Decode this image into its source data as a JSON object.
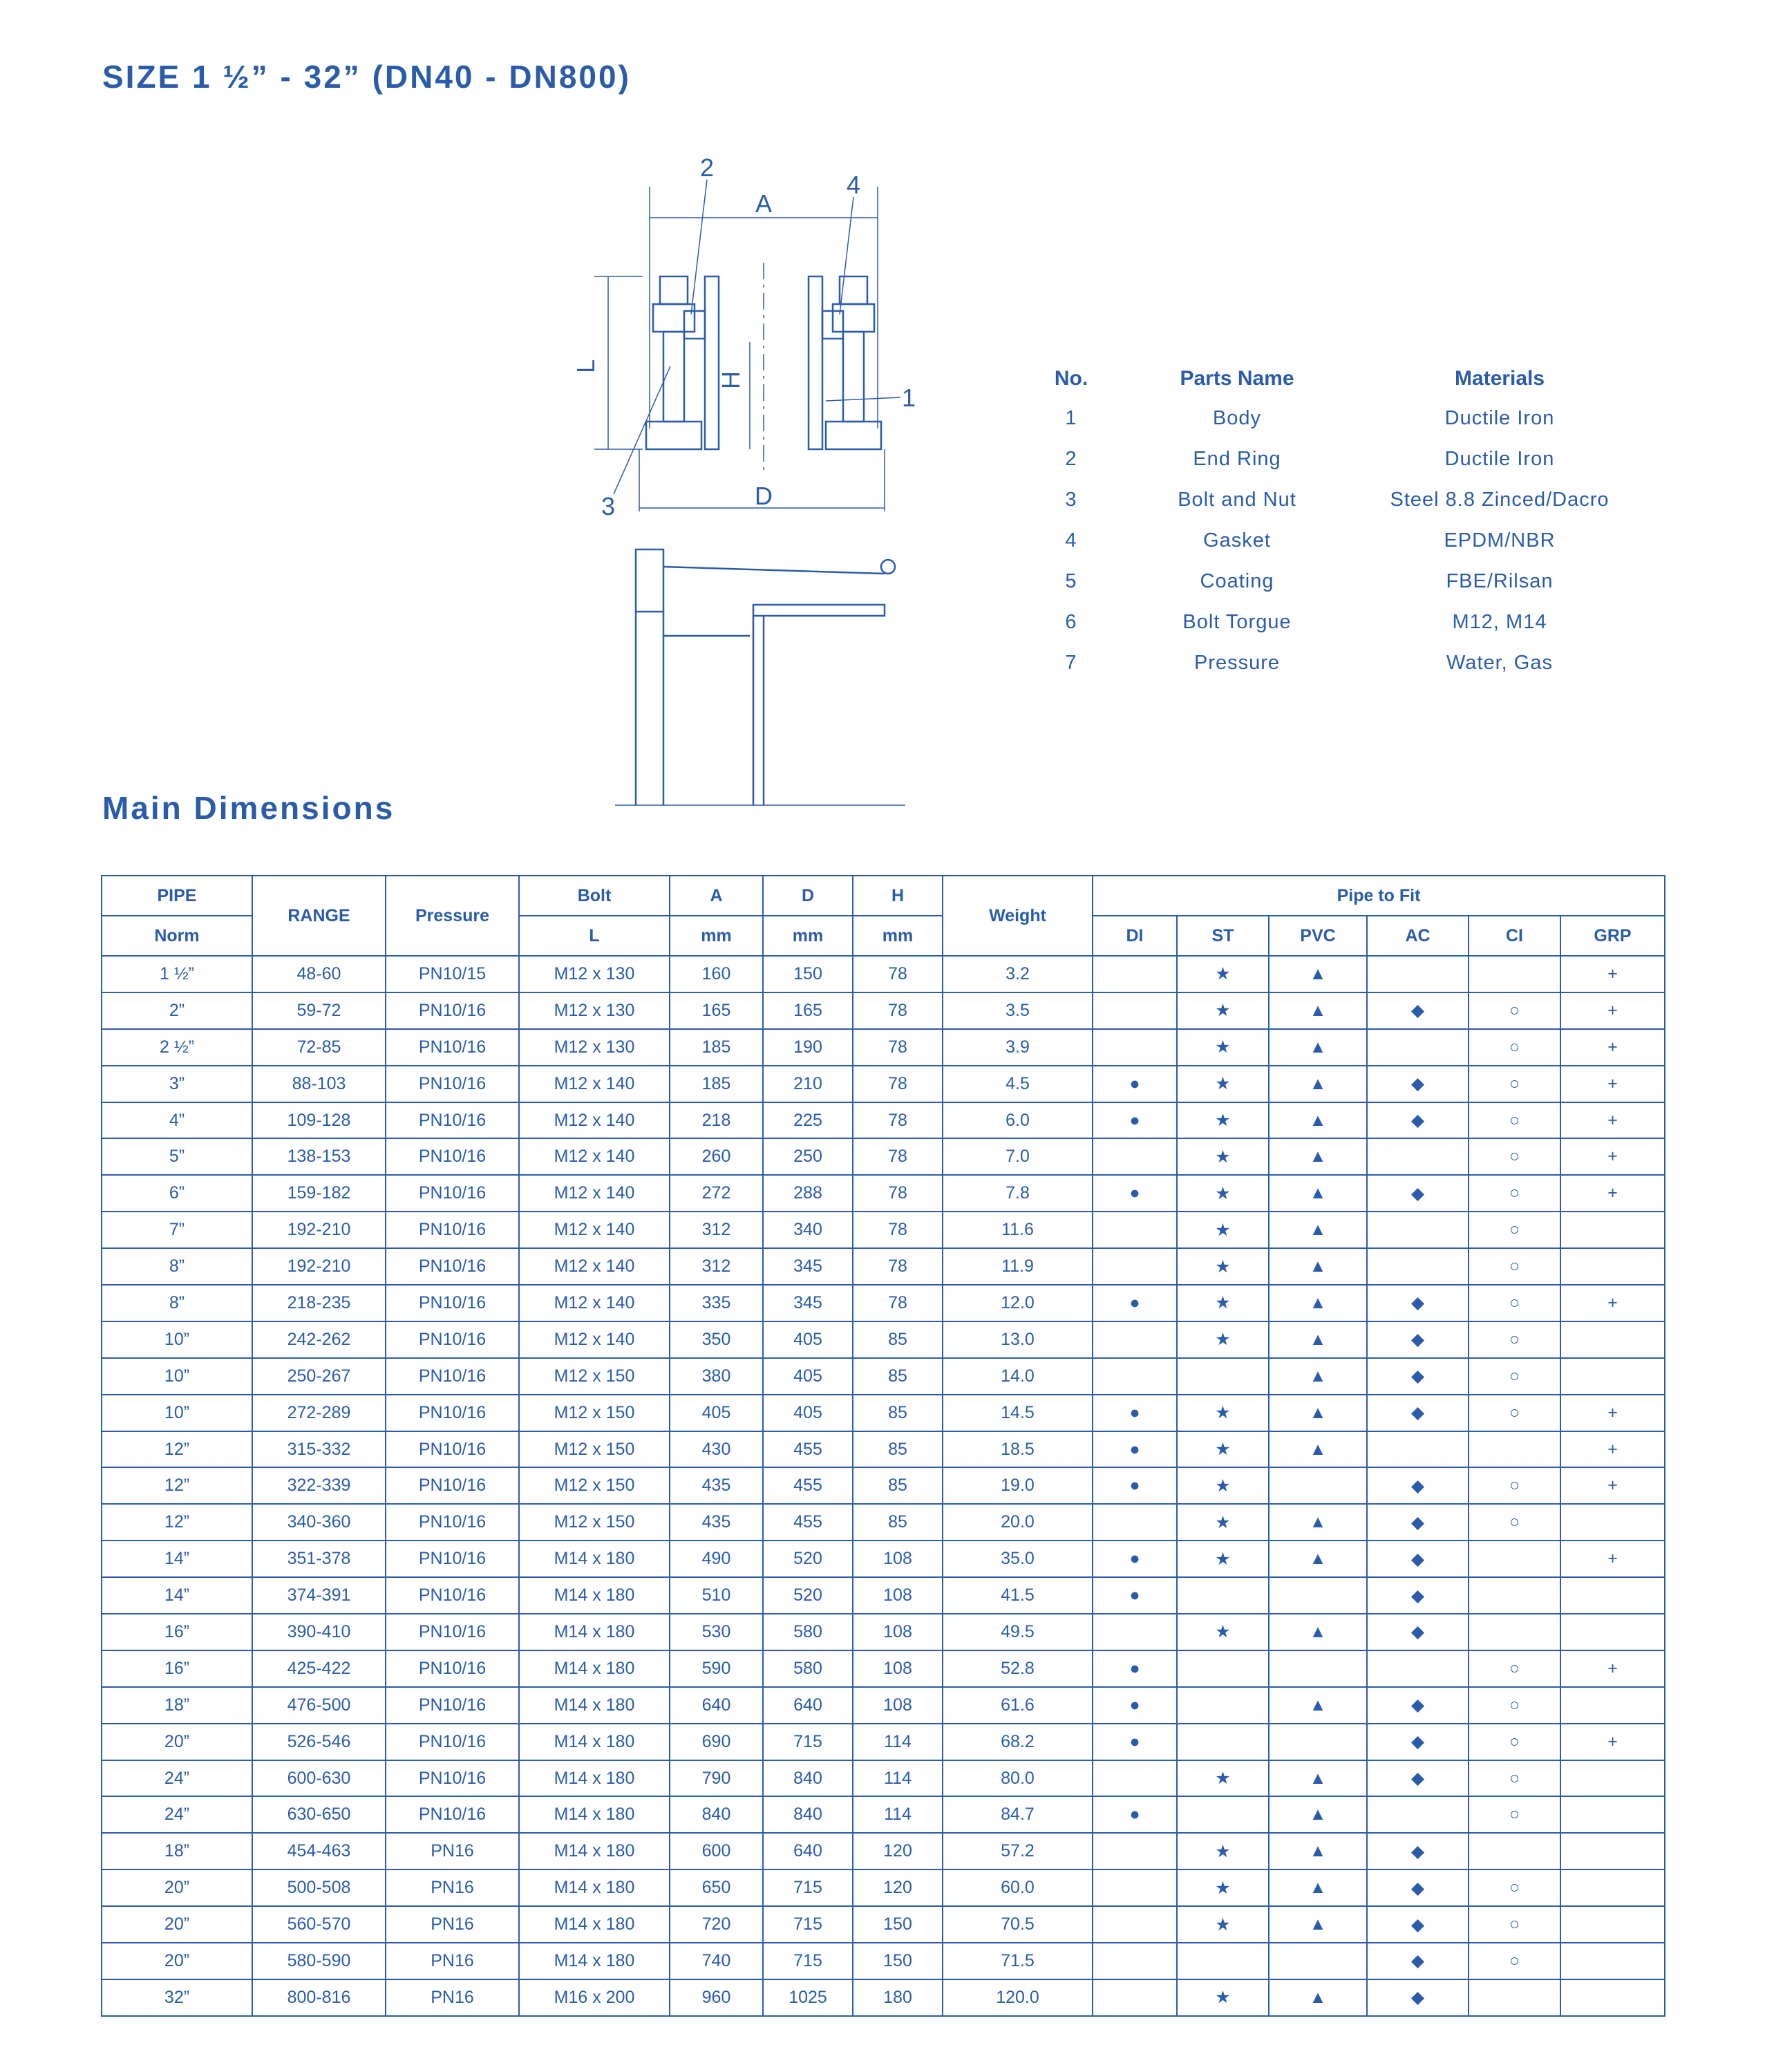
{
  "title": "SIZE 1 ½” - 32” (DN40 - DN800)",
  "subtitle": "Main Dimensions",
  "diagram": {
    "callouts": [
      "1",
      "2",
      "3",
      "4"
    ],
    "dims": {
      "a": "A",
      "d": "D",
      "l": "L",
      "h": "H"
    }
  },
  "parts": {
    "headers": {
      "no": "No.",
      "name": "Parts Name",
      "material": "Materials"
    },
    "rows": [
      {
        "no": "1",
        "name": "Body",
        "material": "Ductile Iron"
      },
      {
        "no": "2",
        "name": "End Ring",
        "material": "Ductile Iron"
      },
      {
        "no": "3",
        "name": "Bolt and Nut",
        "material": "Steel 8.8 Zinced/Dacro"
      },
      {
        "no": "4",
        "name": "Gasket",
        "material": "EPDM/NBR"
      },
      {
        "no": "5",
        "name": "Coating",
        "material": "FBE/Rilsan"
      },
      {
        "no": "6",
        "name": "Bolt Torgue",
        "material": "M12, M14"
      },
      {
        "no": "7",
        "name": "Pressure",
        "material": "Water, Gas"
      }
    ]
  },
  "table": {
    "headers": {
      "pipe": "PIPE",
      "norm": "Norm",
      "range": "RANGE",
      "pressure": "Pressure",
      "bolt": "Bolt",
      "bolt_l": "L",
      "a": "A",
      "d": "D",
      "h": "H",
      "mm": "mm",
      "weight": "Weight",
      "pipe_to_fit": "Pipe to Fit",
      "fit_cols": [
        "DI",
        "ST",
        "PVC",
        "AC",
        "CI",
        "GRP"
      ]
    },
    "symbols": {
      "DI": "●",
      "ST": "★",
      "PVC": "▲",
      "AC": "◆",
      "CI": "○",
      "GRP": "+"
    },
    "rows": [
      [
        "1 ½”",
        "48-60",
        "PN10/15",
        "M12 x 130",
        "160",
        "150",
        "78",
        "3.2",
        "",
        "★",
        "▲",
        "",
        "",
        "+"
      ],
      [
        "2”",
        "59-72",
        "PN10/16",
        "M12 x 130",
        "165",
        "165",
        "78",
        "3.5",
        "",
        "★",
        "▲",
        "◆",
        "○",
        "+"
      ],
      [
        "2 ½”",
        "72-85",
        "PN10/16",
        "M12 x 130",
        "185",
        "190",
        "78",
        "3.9",
        "",
        "★",
        "▲",
        "",
        "○",
        "+"
      ],
      [
        "3”",
        "88-103",
        "PN10/16",
        "M12 x 140",
        "185",
        "210",
        "78",
        "4.5",
        "●",
        "★",
        "▲",
        "◆",
        "○",
        "+"
      ],
      [
        "4”",
        "109-128",
        "PN10/16",
        "M12 x 140",
        "218",
        "225",
        "78",
        "6.0",
        "●",
        "★",
        "▲",
        "◆",
        "○",
        "+"
      ],
      [
        "5”",
        "138-153",
        "PN10/16",
        "M12 x 140",
        "260",
        "250",
        "78",
        "7.0",
        "",
        "★",
        "▲",
        "",
        "○",
        "+"
      ],
      [
        "6”",
        "159-182",
        "PN10/16",
        "M12 x 140",
        "272",
        "288",
        "78",
        "7.8",
        "●",
        "★",
        "▲",
        "◆",
        "○",
        "+"
      ],
      [
        "7”",
        "192-210",
        "PN10/16",
        "M12 x 140",
        "312",
        "340",
        "78",
        "11.6",
        "",
        "★",
        "▲",
        "",
        "○",
        ""
      ],
      [
        "8”",
        "192-210",
        "PN10/16",
        "M12 x 140",
        "312",
        "345",
        "78",
        "11.9",
        "",
        "★",
        "▲",
        "",
        "○",
        ""
      ],
      [
        "8”",
        "218-235",
        "PN10/16",
        "M12 x 140",
        "335",
        "345",
        "78",
        "12.0",
        "●",
        "★",
        "▲",
        "◆",
        "○",
        "+"
      ],
      [
        "10”",
        "242-262",
        "PN10/16",
        "M12 x 140",
        "350",
        "405",
        "85",
        "13.0",
        "",
        "★",
        "▲",
        "◆",
        "○",
        ""
      ],
      [
        "10”",
        "250-267",
        "PN10/16",
        "M12 x 150",
        "380",
        "405",
        "85",
        "14.0",
        "",
        "",
        "▲",
        "◆",
        "○",
        ""
      ],
      [
        "10”",
        "272-289",
        "PN10/16",
        "M12 x 150",
        "405",
        "405",
        "85",
        "14.5",
        "●",
        "★",
        "▲",
        "◆",
        "○",
        "+"
      ],
      [
        "12”",
        "315-332",
        "PN10/16",
        "M12 x 150",
        "430",
        "455",
        "85",
        "18.5",
        "●",
        "★",
        "▲",
        "",
        "",
        "+"
      ],
      [
        "12”",
        "322-339",
        "PN10/16",
        "M12 x 150",
        "435",
        "455",
        "85",
        "19.0",
        "●",
        "★",
        "",
        "◆",
        "○",
        "+"
      ],
      [
        "12”",
        "340-360",
        "PN10/16",
        "M12 x 150",
        "435",
        "455",
        "85",
        "20.0",
        "",
        "★",
        "▲",
        "◆",
        "○",
        ""
      ],
      [
        "14”",
        "351-378",
        "PN10/16",
        "M14 x 180",
        "490",
        "520",
        "108",
        "35.0",
        "●",
        "★",
        "▲",
        "◆",
        "",
        "+"
      ],
      [
        "14”",
        "374-391",
        "PN10/16",
        "M14 x 180",
        "510",
        "520",
        "108",
        "41.5",
        "●",
        "",
        "",
        "◆",
        "",
        ""
      ],
      [
        "16”",
        "390-410",
        "PN10/16",
        "M14 x 180",
        "530",
        "580",
        "108",
        "49.5",
        "",
        "★",
        "▲",
        "◆",
        "",
        ""
      ],
      [
        "16”",
        "425-422",
        "PN10/16",
        "M14 x 180",
        "590",
        "580",
        "108",
        "52.8",
        "●",
        "",
        "",
        "",
        "○",
        "+"
      ],
      [
        "18”",
        "476-500",
        "PN10/16",
        "M14 x 180",
        "640",
        "640",
        "108",
        "61.6",
        "●",
        "",
        "▲",
        "◆",
        "○",
        ""
      ],
      [
        "20”",
        "526-546",
        "PN10/16",
        "M14 x 180",
        "690",
        "715",
        "114",
        "68.2",
        "●",
        "",
        "",
        "◆",
        "○",
        "+"
      ],
      [
        "24”",
        "600-630",
        "PN10/16",
        "M14 x 180",
        "790",
        "840",
        "114",
        "80.0",
        "",
        "★",
        "▲",
        "◆",
        "○",
        ""
      ],
      [
        "24”",
        "630-650",
        "PN10/16",
        "M14 x 180",
        "840",
        "840",
        "114",
        "84.7",
        "●",
        "",
        "▲",
        "",
        "○",
        ""
      ],
      [
        "18”",
        "454-463",
        "PN16",
        "M14 x 180",
        "600",
        "640",
        "120",
        "57.2",
        "",
        "★",
        "▲",
        "◆",
        "",
        ""
      ],
      [
        "20”",
        "500-508",
        "PN16",
        "M14 x 180",
        "650",
        "715",
        "120",
        "60.0",
        "",
        "★",
        "▲",
        "◆",
        "○",
        ""
      ],
      [
        "20”",
        "560-570",
        "PN16",
        "M14 x 180",
        "720",
        "715",
        "150",
        "70.5",
        "",
        "★",
        "▲",
        "◆",
        "○",
        ""
      ],
      [
        "20”",
        "580-590",
        "PN16",
        "M14 x 180",
        "740",
        "715",
        "150",
        "71.5",
        "",
        "",
        "",
        "◆",
        "○",
        ""
      ],
      [
        "32”",
        "800-816",
        "PN16",
        "M16 x 200",
        "960",
        "1025",
        "180",
        "120.0",
        "",
        "★",
        "▲",
        "◆",
        "",
        ""
      ]
    ]
  },
  "colors": {
    "primary": "#2a5caa",
    "watermark": "#f1f3f8"
  }
}
